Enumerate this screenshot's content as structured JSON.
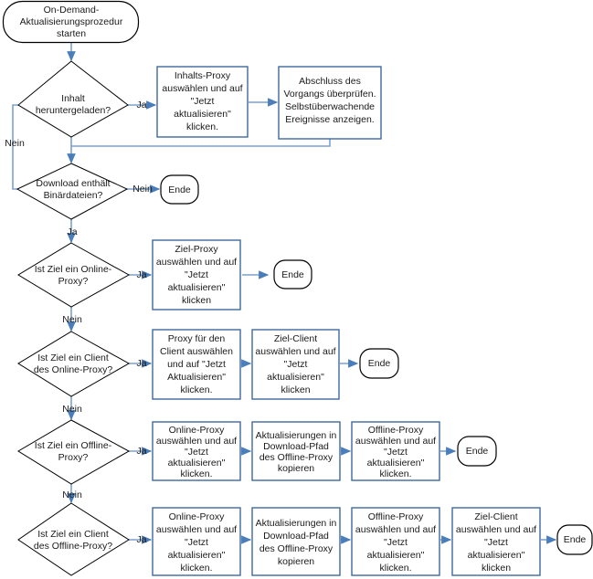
{
  "diagram": {
    "title": "On-Demand-Aktualisierungsprozedur",
    "language": "de",
    "colors": {
      "connector": "#7ba2d0",
      "connector_arrow": "#4a7ebb",
      "process_border": "#3f6a9e",
      "decision_border": "#000000",
      "terminator_border": "#000000",
      "background": "#ffffff",
      "text": "#1a1a1a"
    }
  },
  "nodes": {
    "start": {
      "type": "terminator",
      "lines": [
        "On-Demand-",
        "Aktualisierungsprozedur",
        "starten"
      ]
    },
    "d1": {
      "type": "decision",
      "lines": [
        "Inhalt",
        "heruntergeladen?"
      ]
    },
    "p1": {
      "type": "process",
      "lines": [
        "Inhalts-Proxy",
        "auswählen und auf",
        "\"Jetzt",
        "aktualisieren\"",
        "klicken."
      ]
    },
    "p2": {
      "type": "process",
      "lines": [
        "Abschluss des",
        "Vorgangs überprüfen.",
        "Selbstüberwachende",
        "Ereignisse anzeigen."
      ]
    },
    "d2": {
      "type": "decision",
      "lines": [
        "Download enthält",
        "Binärdateien?"
      ]
    },
    "end1": {
      "type": "terminator",
      "lines": [
        "Ende"
      ]
    },
    "d3": {
      "type": "decision",
      "lines": [
        "Ist Ziel ein Online-",
        "Proxy?"
      ]
    },
    "p3": {
      "type": "process",
      "lines": [
        "Ziel-Proxy",
        "auswählen und auf",
        "\"Jetzt",
        "aktualisieren\"",
        "klicken"
      ]
    },
    "end2": {
      "type": "terminator",
      "lines": [
        "Ende"
      ]
    },
    "d4": {
      "type": "decision",
      "lines": [
        "Ist Ziel ein Client",
        "des Online-Proxy?"
      ]
    },
    "p4": {
      "type": "process",
      "lines": [
        "Proxy für den",
        "Client auswählen",
        "und auf \"Jetzt",
        "Aktualisieren\"",
        "klicken."
      ]
    },
    "p5": {
      "type": "process",
      "lines": [
        "Ziel-Client",
        "auswählen und auf",
        "\"Jetzt",
        "aktualisieren\"",
        "klicken"
      ]
    },
    "end3": {
      "type": "terminator",
      "lines": [
        "Ende"
      ]
    },
    "d5": {
      "type": "decision",
      "lines": [
        "Ist Ziel ein Offline-",
        "Proxy?"
      ]
    },
    "p6": {
      "type": "process",
      "lines": [
        "Online-Proxy",
        "auswählen und auf",
        "\"Jetzt",
        "aktualisieren\"",
        "klicken."
      ]
    },
    "p7": {
      "type": "process",
      "lines": [
        "Aktualisierungen in",
        "Download-Pfad",
        "des Offline-Proxy",
        "kopieren"
      ]
    },
    "p8": {
      "type": "process",
      "lines": [
        "Offline-Proxy",
        "auswählen und auf",
        "\"Jetzt",
        "aktualisieren\"",
        "klicken."
      ]
    },
    "end4": {
      "type": "terminator",
      "lines": [
        "Ende"
      ]
    },
    "d6": {
      "type": "decision",
      "lines": [
        "Ist Ziel ein Client",
        "des Offline-Proxy?"
      ]
    },
    "p9": {
      "type": "process",
      "lines": [
        "Online-Proxy",
        "auswählen und auf",
        "\"Jetzt",
        "aktualisieren\"",
        "klicken."
      ]
    },
    "p10": {
      "type": "process",
      "lines": [
        "Aktualisierungen in",
        "Download-Pfad",
        "des Offline-Proxy",
        "kopieren"
      ]
    },
    "p11": {
      "type": "process",
      "lines": [
        "Offline-Proxy",
        "auswählen und auf",
        "\"Jetzt",
        "aktualisieren\"",
        "klicken."
      ]
    },
    "p12": {
      "type": "process",
      "lines": [
        "Ziel-Client",
        "auswählen und auf",
        "\"Jetzt",
        "aktualisieren\"",
        "klicken"
      ]
    },
    "end5": {
      "type": "terminator",
      "lines": [
        "Ende"
      ]
    }
  },
  "edge_labels": {
    "d1_yes": "Ja",
    "d1_no": "Nein",
    "d2_no": "Nein",
    "d2_yes": "Ja",
    "d3_yes": "Ja",
    "d3_no": "Nein",
    "d4_yes": "Ja",
    "d4_no": "Nein",
    "d5_yes": "Ja",
    "d5_no": "Nein",
    "d6_yes": "Ja"
  }
}
